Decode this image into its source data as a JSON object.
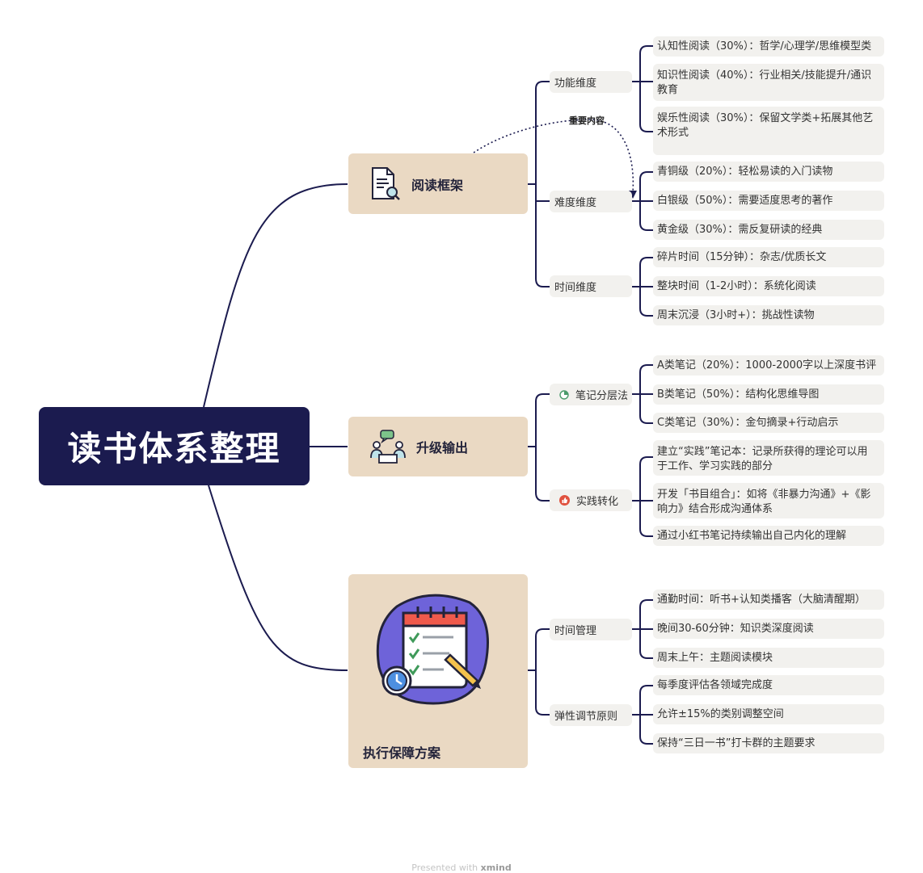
{
  "root": {
    "title": "读书体系整理"
  },
  "branches": {
    "reading_framework": {
      "label": "阅读框架",
      "icon": "document-search-icon",
      "subs": [
        {
          "label": "功能维度",
          "leaves": [
            "认知性阅读（30%）：哲学/心理学/思维模型类",
            "知识性阅读（40%）：行业相关/技能提升/通识教育",
            "娱乐性阅读（30%）：保留文学类+拓展其他艺术形式"
          ]
        },
        {
          "label": "难度维度",
          "leaves": [
            "青铜级（20%）：轻松易读的入门读物",
            "白银级（50%）：需要适度思考的著作",
            "黄金级（30%）：需反复研读的经典"
          ]
        },
        {
          "label": "时间维度",
          "leaves": [
            "碎片时间（15分钟）：杂志/优质长文",
            "整块时间（1-2小时）：系统化阅读",
            "周末沉浸（3小时+）：挑战性读物"
          ]
        }
      ],
      "annotation": "重要内容"
    },
    "upgrade_output": {
      "label": "升级输出",
      "icon": "discussion-icon",
      "subs": [
        {
          "label": "笔记分层法",
          "icon": "pie-chart-icon",
          "leaves": [
            "A类笔记（20%）：1000-2000字以上深度书评",
            "B类笔记（50%）：结构化思维导图",
            "C类笔记（30%）：金句摘录+行动启示"
          ]
        },
        {
          "label": "实践转化",
          "icon": "thumbs-up-icon",
          "leaves": [
            "建立“实践”笔记本：记录所获得的理论可以用于工作、学习实践的部分",
            "开发「书目组合」：如将《非暴力沟通》+《影响力》结合形成沟通体系",
            "通过小红书笔记持续输出自己内化的理解"
          ]
        }
      ]
    },
    "execution_plan": {
      "label": "执行保障方案",
      "icon": "checklist-calendar-icon",
      "subs": [
        {
          "label": "时间管理",
          "leaves": [
            "通勤时间：听书+认知类播客（大脑清醒期）",
            "晚间30-60分钟：知识类深度阅读",
            "周末上午：主题阅读模块"
          ]
        },
        {
          "label": "弹性调节原则",
          "leaves": [
            "每季度评估各领域完成度",
            "允许±15%的类别调整空间",
            "保持“三日一书”打卡群的主题要求"
          ]
        }
      ]
    }
  },
  "footer": {
    "prefix": "Presented with",
    "brand": "xmind"
  },
  "colors": {
    "root_bg": "#1b1b4f",
    "branch_bg": "#ead9c3",
    "node_bg": "#f2f1ee",
    "line": "#1b1b4f"
  }
}
